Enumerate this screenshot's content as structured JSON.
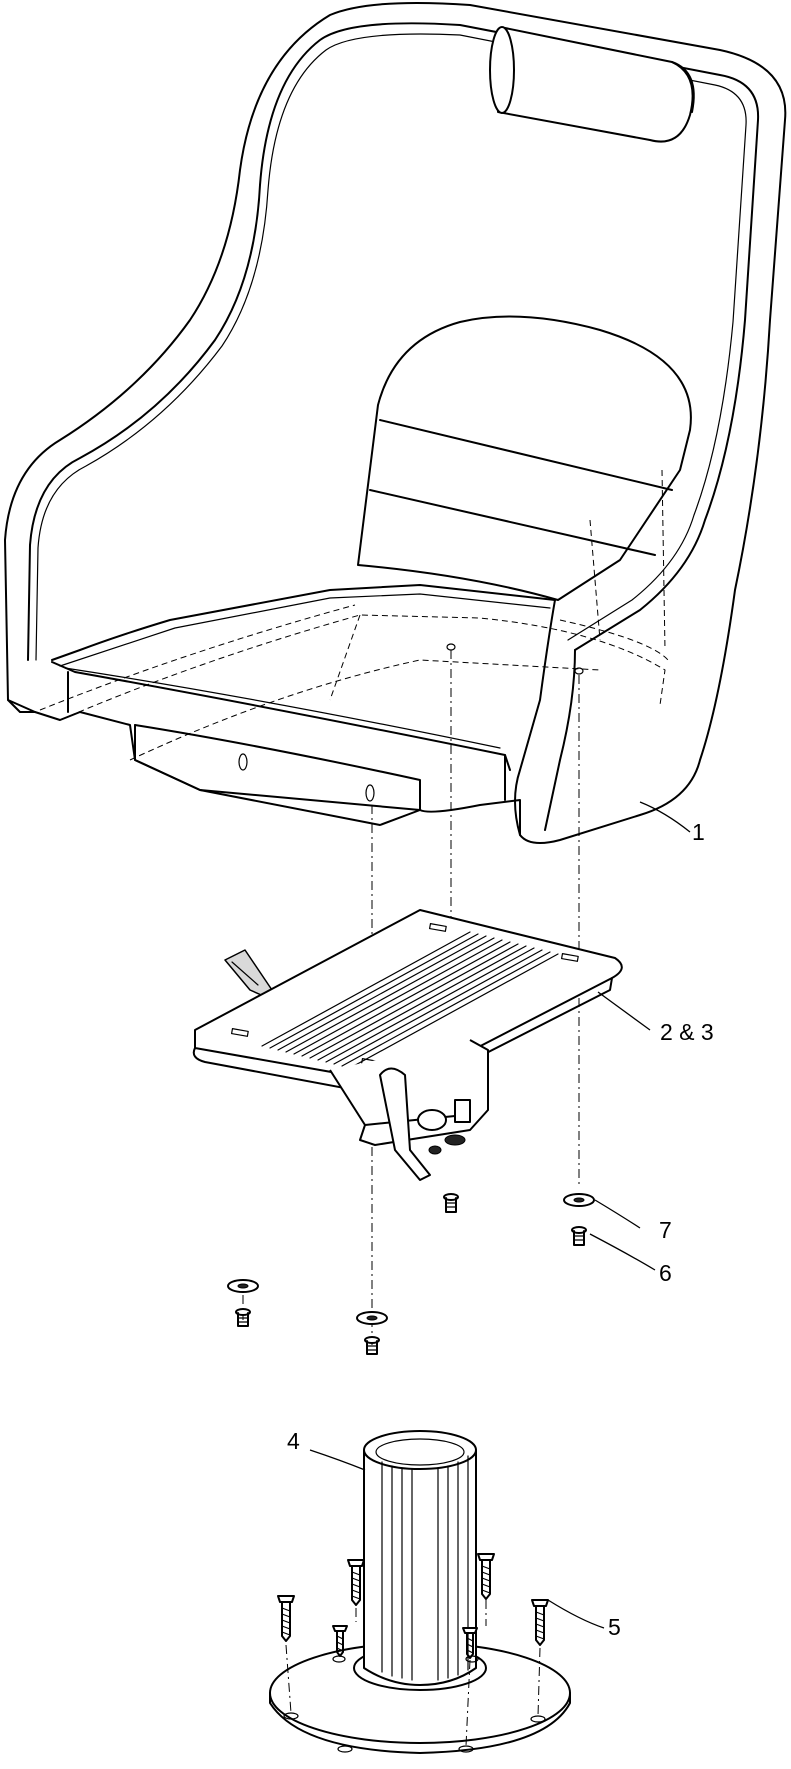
{
  "callouts": [
    {
      "id": "seat",
      "text": "1"
    },
    {
      "id": "swivel",
      "text": "2 & 3"
    },
    {
      "id": "pedestal",
      "text": "4"
    },
    {
      "id": "base-screw",
      "text": "5"
    },
    {
      "id": "screw",
      "text": "6"
    },
    {
      "id": "washer",
      "text": "7"
    }
  ]
}
